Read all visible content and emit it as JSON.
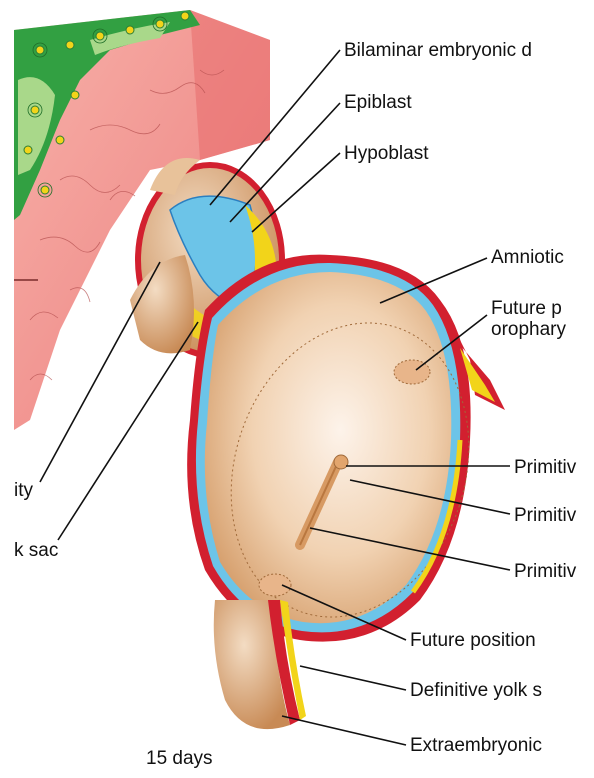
{
  "labels": {
    "bilaminar": "Bilaminar embryonic d",
    "epiblast": "Epiblast",
    "hypoblast": "Hypoblast",
    "amniotic": "Amniotic",
    "future_p_line1": "Future p",
    "future_p_line2": "orophary",
    "primitive_1": "Primitiv",
    "primitive_2": "Primitiv",
    "primitive_3": "Primitiv",
    "future_position": "Future position",
    "definitive_yolk": "Definitive yolk s",
    "extraembryonic": "Extraembryonic",
    "left_ity": "ity",
    "left_yolk": "k sac"
  },
  "caption": "15 days",
  "colors": {
    "ectoderm_red": "#d2202f",
    "epiblast_blue": "#6cc4e8",
    "hypoblast_yellow": "#f2d41a",
    "embryo_tan": "#e2b98c",
    "placenta_pink": "#f08c8c",
    "syncytio_green": "#3aa845"
  }
}
